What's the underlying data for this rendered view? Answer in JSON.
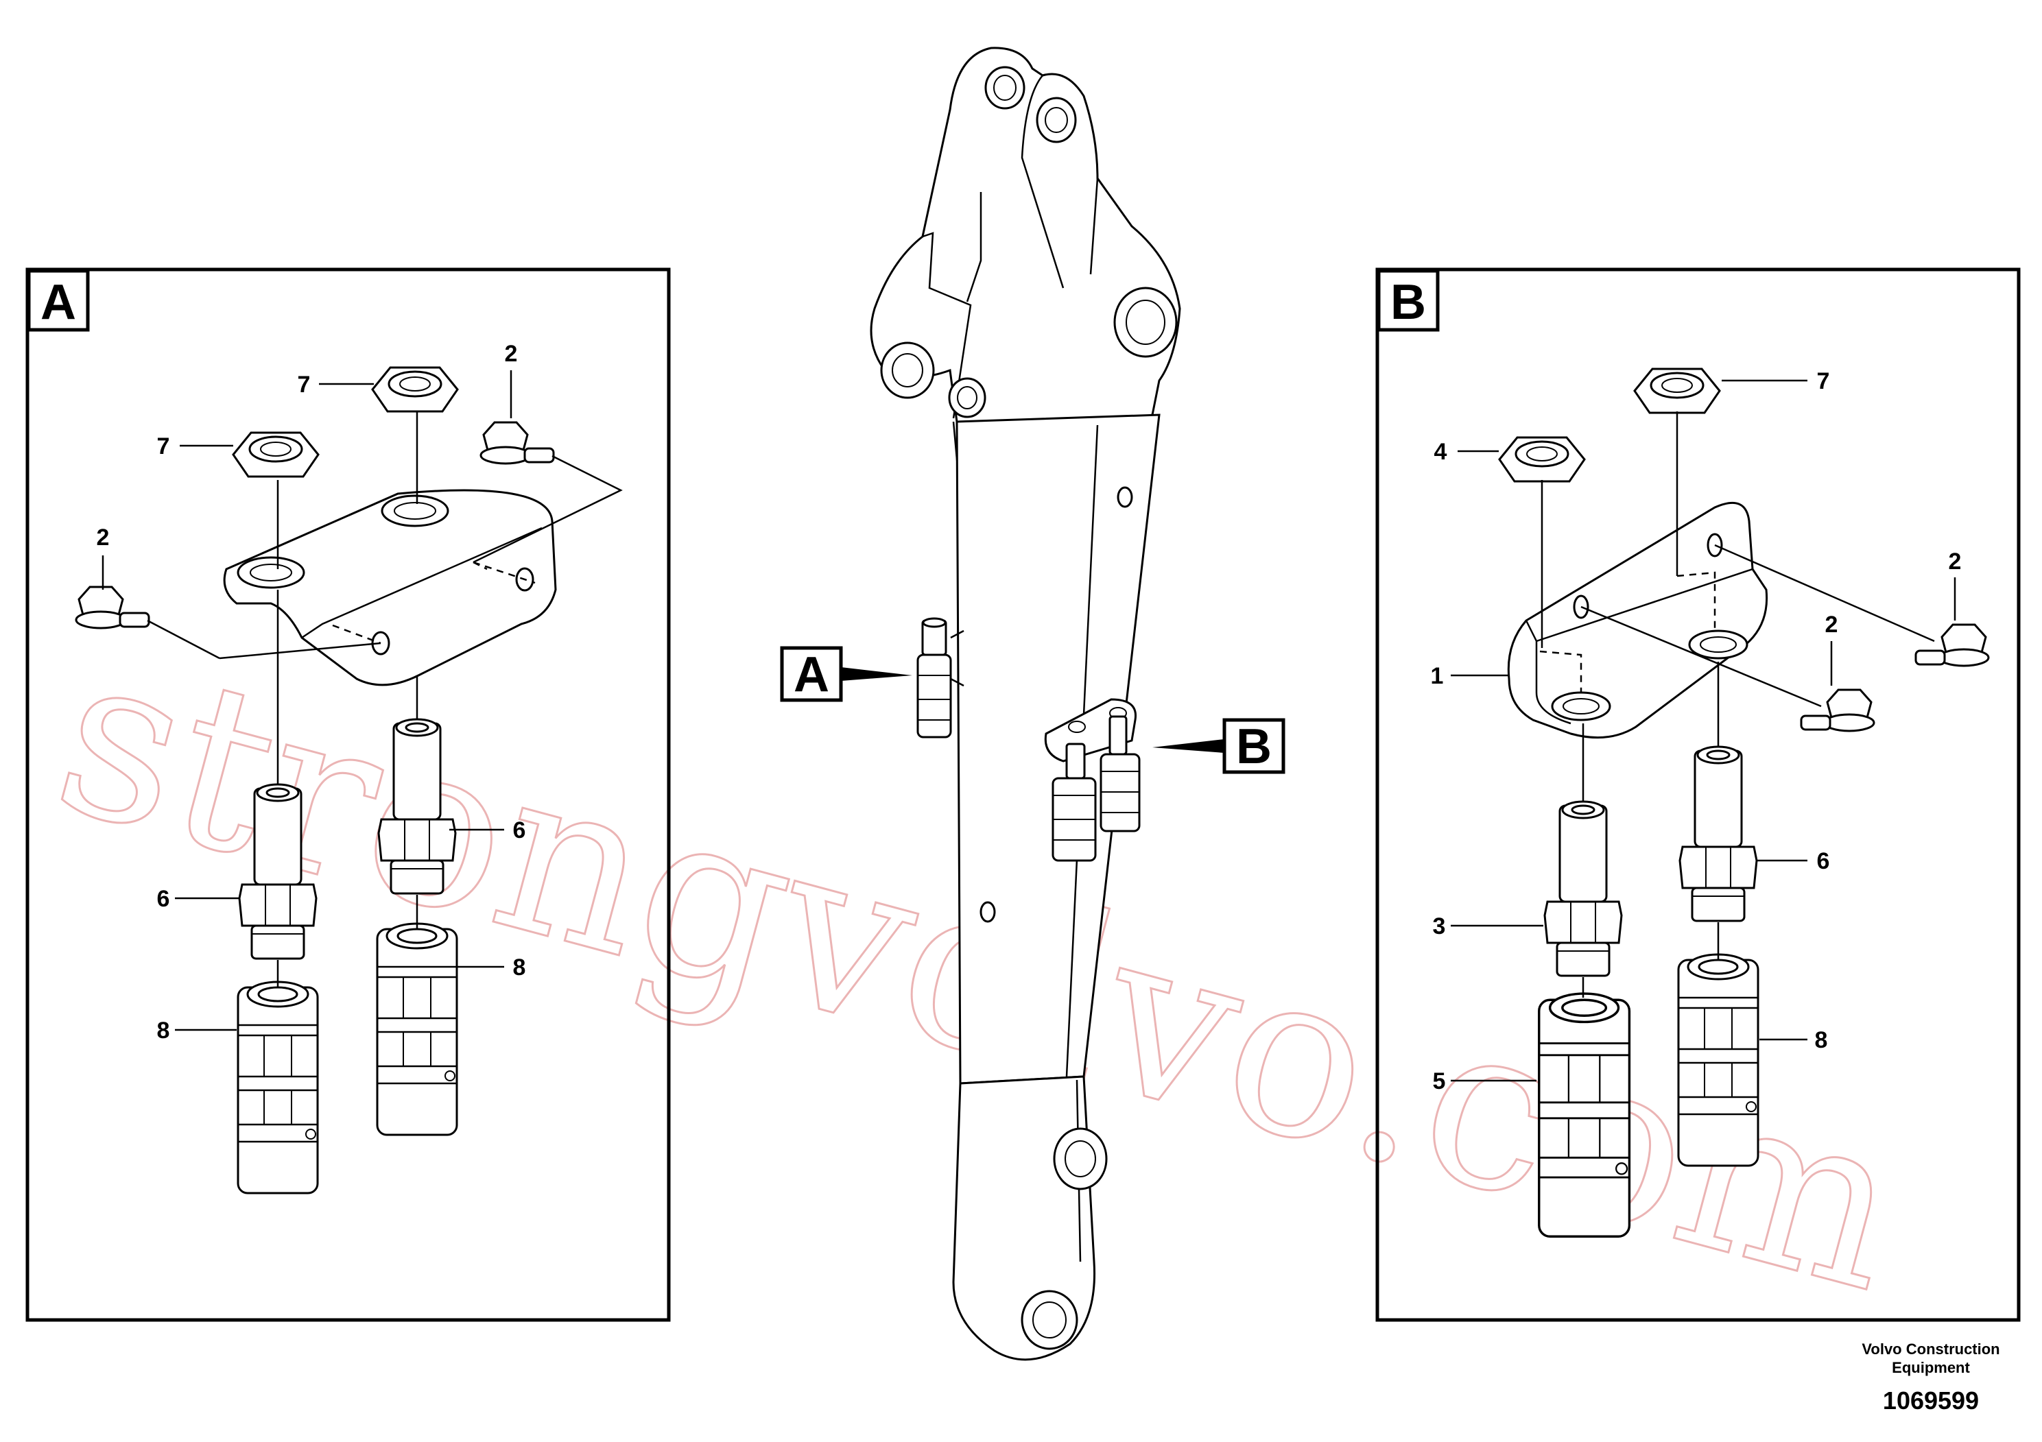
{
  "detail_a": {
    "label": "A",
    "callouts": [
      "7",
      "7",
      "2",
      "2",
      "6",
      "6",
      "8",
      "8"
    ]
  },
  "detail_b": {
    "label": "B",
    "callouts": [
      "7",
      "4",
      "2",
      "2",
      "1",
      "6",
      "3",
      "5",
      "8"
    ]
  },
  "overview": {
    "label_a": "A",
    "label_b": "B"
  },
  "watermark": "strongvolvo.com",
  "footer": {
    "company_line1": "Volvo Construction",
    "company_line2": "Equipment",
    "drawing_number": "1069599"
  },
  "colors": {
    "line": "#000000",
    "watermark": "#e8a8a8",
    "background": "#ffffff"
  }
}
